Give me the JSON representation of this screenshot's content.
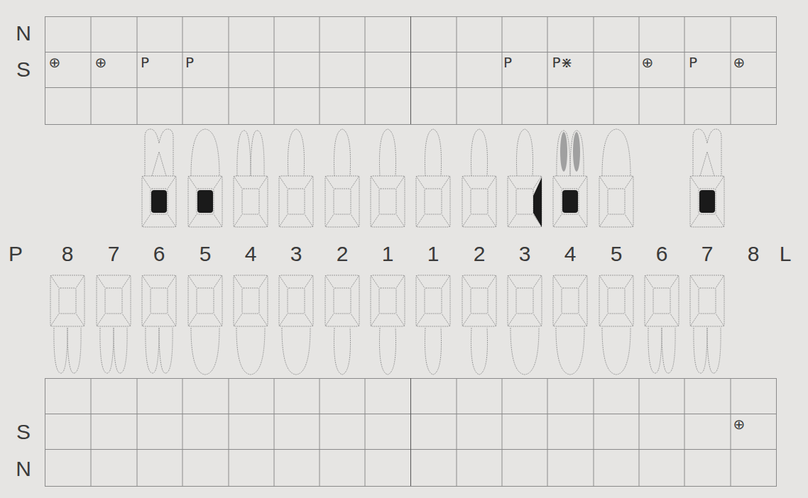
{
  "diagram": {
    "labels": [
      "N",
      "S",
      "⊕",
      "⊕",
      "P",
      "P",
      "P",
      "P⋇",
      "⊕",
      "P",
      "⊕",
      "P",
      "8",
      "7",
      "6",
      "5",
      "4",
      "3",
      "2",
      "1",
      "1",
      "2",
      "3",
      "4",
      "5",
      "6",
      "7",
      "8",
      "L",
      "⊕",
      "S",
      "N"
    ]
  }
}
